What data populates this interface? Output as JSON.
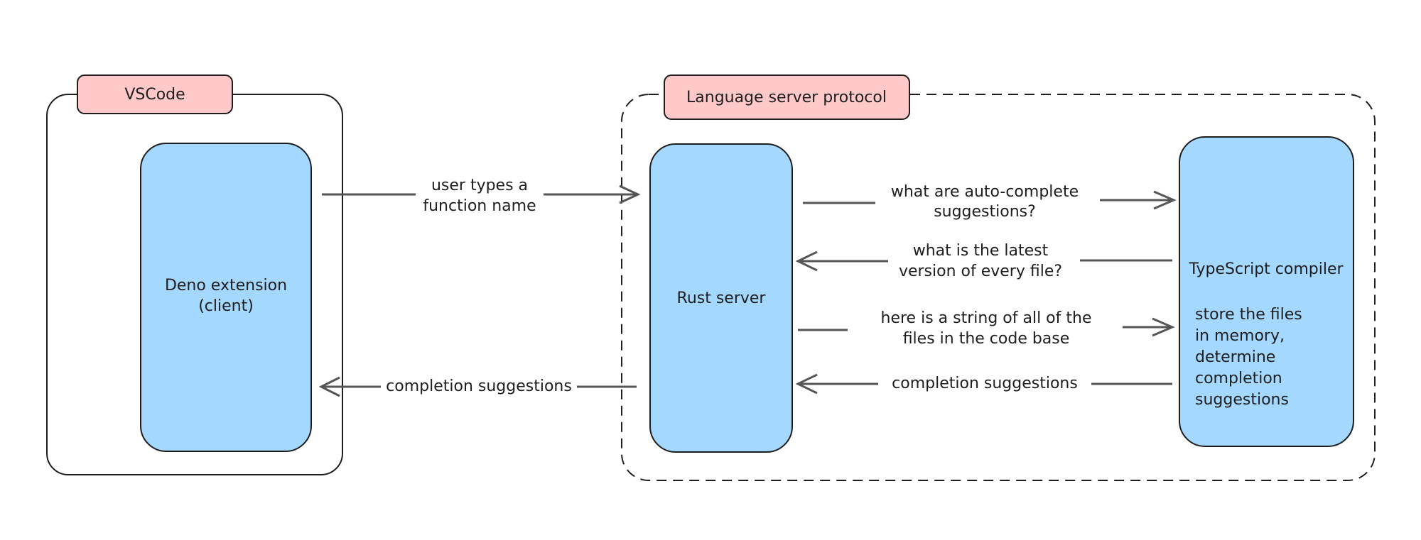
{
  "colors": {
    "box_fill": "#a5d8ff",
    "tag_fill": "#ffc9c9",
    "stroke": "#1e1e1e",
    "background": "#ffffff"
  },
  "groups": {
    "vscode": {
      "label": "VSCode"
    },
    "lsp": {
      "label": "Language server protocol"
    }
  },
  "nodes": {
    "deno": {
      "line1": "Deno extension",
      "line2": "(client)"
    },
    "rust": {
      "label": "Rust server"
    },
    "tsc": {
      "title": "TypeScript compiler",
      "lines": [
        "store the files",
        "in memory,",
        "determine",
        "completion",
        "suggestions"
      ]
    }
  },
  "edges": {
    "types": {
      "line1": "user types a",
      "line2": "function name"
    },
    "completion_client": {
      "label": "completion suggestions"
    },
    "ask": {
      "line1": "what are auto-complete",
      "line2": "suggestions?"
    },
    "latest": {
      "line1": "what is the latest",
      "line2": "version of every file?"
    },
    "files": {
      "line1": "here is a string of all of the",
      "line2": "files in the code base"
    },
    "completion_server": {
      "label": "completion suggestions"
    }
  }
}
